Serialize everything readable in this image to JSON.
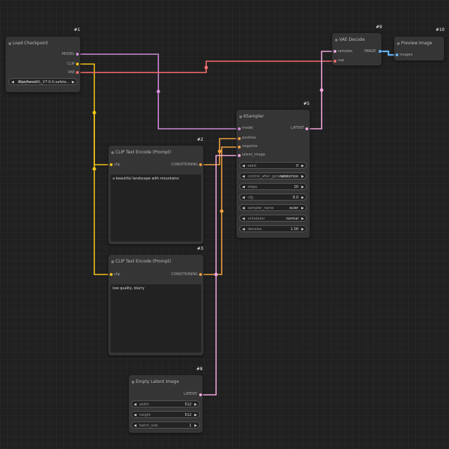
{
  "colors": {
    "model": "#d38ddb",
    "clip": "#f5c518",
    "vae": "#ff6f6f",
    "latent": "#f4a7e0",
    "conditioning": "#f2a341",
    "image": "#64b5f6"
  },
  "nodes": {
    "load_checkpoint": {
      "id": "#1",
      "title": "Load Checkpoint",
      "outputs": [
        "MODEL",
        "CLIP",
        "VAE"
      ],
      "widget": {
        "name": "ckpt_name",
        "value": "BluePencilXL_V7-0-0.safete..."
      }
    },
    "vae_decode": {
      "id": "#9",
      "title": "VAE Decode",
      "inputs": [
        "samples",
        "vae"
      ],
      "output": "IMAGE"
    },
    "preview_image": {
      "id": "#10",
      "title": "Preview Image",
      "input": "images"
    },
    "ksampler": {
      "id": "#5",
      "title": "KSampler",
      "inputs": [
        "model",
        "positive",
        "negative",
        "latent_image"
      ],
      "output": "LATENT",
      "widgets": [
        {
          "name": "seed",
          "value": "0"
        },
        {
          "name": "control_after_generate",
          "value": "randomize"
        },
        {
          "name": "steps",
          "value": "20"
        },
        {
          "name": "cfg",
          "value": "8.0"
        },
        {
          "name": "sampler_name",
          "value": "euler"
        },
        {
          "name": "scheduler",
          "value": "normal"
        },
        {
          "name": "denoise",
          "value": "1.00"
        }
      ]
    },
    "clip_pos": {
      "id": "#2",
      "title": "CLIP Text Encode (Prompt)",
      "input": "clip",
      "output": "CONDITIONING",
      "text": "a beautiful landscape with mountains"
    },
    "clip_neg": {
      "id": "#3",
      "title": "CLIP Text Encode (Prompt)",
      "input": "clip",
      "output": "CONDITIONING",
      "text": "low quality, blurry"
    },
    "empty_latent": {
      "id": "#8",
      "title": "Empty Latent Image",
      "output": "LATENT",
      "widgets": [
        {
          "name": "width",
          "value": "512"
        },
        {
          "name": "height",
          "value": "512"
        },
        {
          "name": "batch_size",
          "value": "1"
        }
      ]
    }
  }
}
